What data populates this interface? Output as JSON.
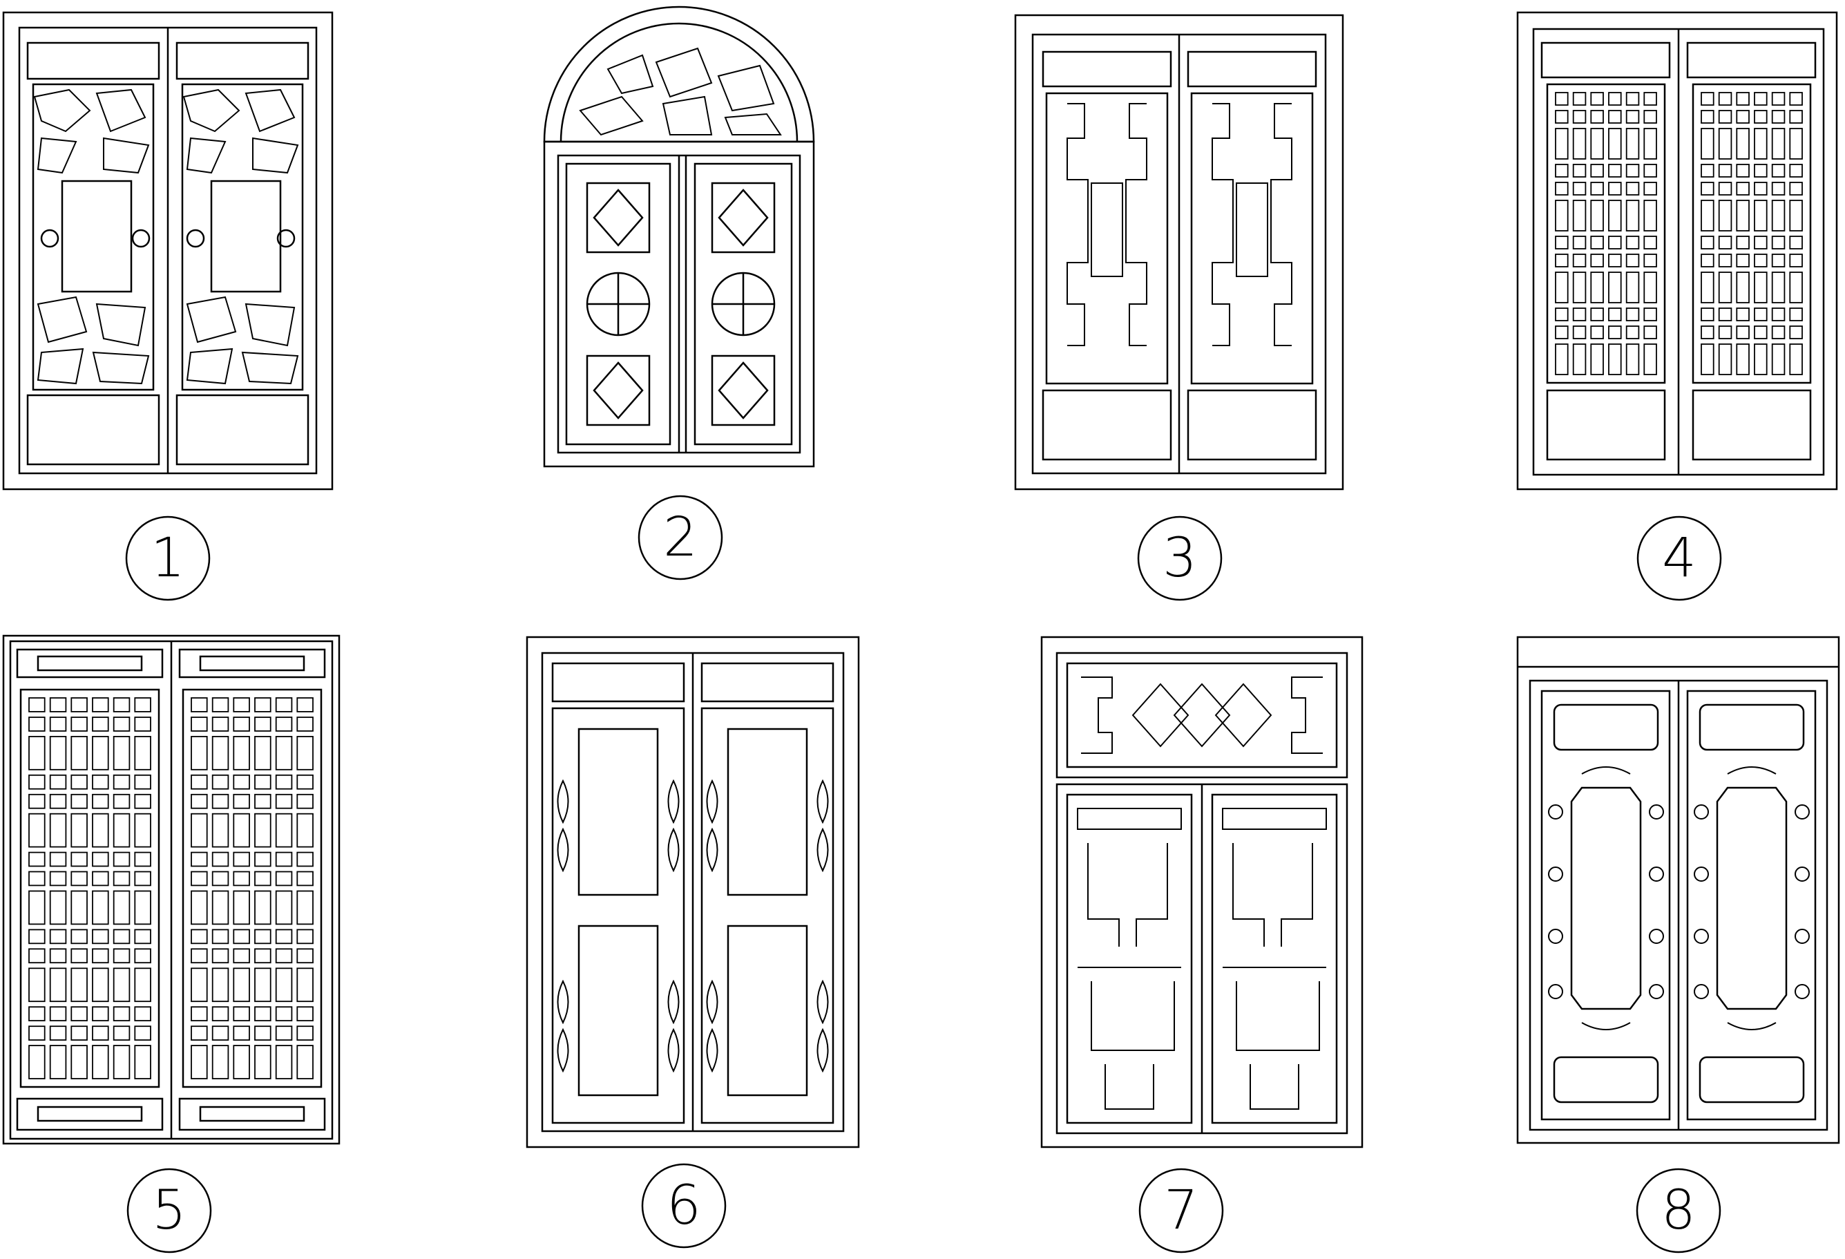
{
  "diagram": {
    "doors": [
      {
        "number": "1"
      },
      {
        "number": "2"
      },
      {
        "number": "3"
      },
      {
        "number": "4"
      },
      {
        "number": "5"
      },
      {
        "number": "6"
      },
      {
        "number": "7"
      },
      {
        "number": "8"
      }
    ],
    "line_color": "#000000",
    "background": "#ffffff"
  }
}
